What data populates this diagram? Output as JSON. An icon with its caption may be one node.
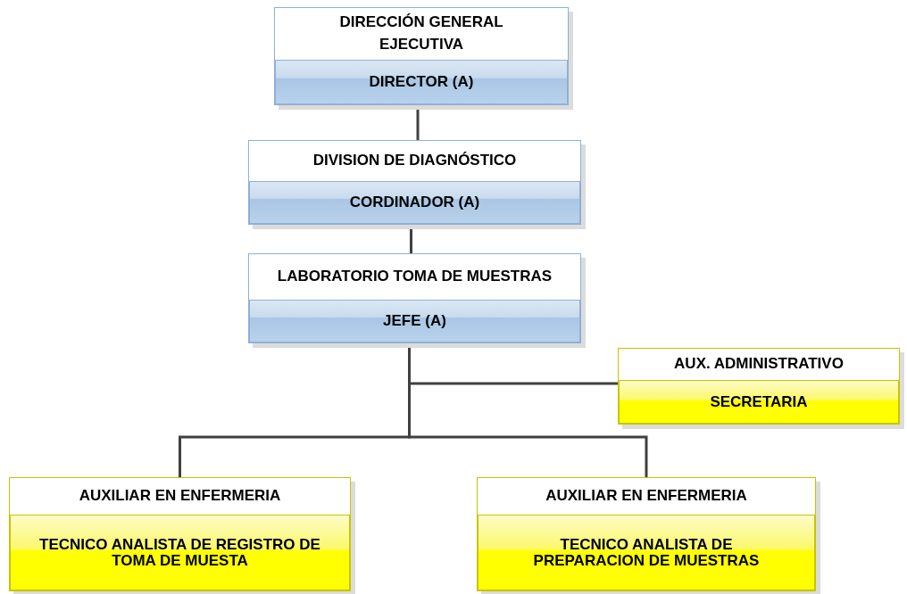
{
  "diagram": {
    "nodes": [
      {
        "text": [
          "DIRECCIÓN GENERAL EJECUTIVA",
          "DIRECTOR (A)"
        ]
      },
      {
        "text": [
          "DIVISION DE DIAGNÓSTICO",
          "CORDINADOR (A)"
        ]
      },
      {
        "text": [
          "LABORATORIO TOMA DE MUESTRAS",
          "JEFE (A)"
        ]
      },
      {
        "text": [
          "AUX. ADMINISTRATIVO",
          "SECRETARIA"
        ]
      },
      {
        "text": [
          "AUXILIAR EN ENFERMERIA",
          "TECNICO ANALISTA DE REGISTRO DE TOMA DE MUESTA"
        ]
      },
      {
        "text": [
          "AUXILIAR EN ENFERMERIA",
          "TECNICO ANALISTA DE PREPARACION DE MUESTRAS"
        ]
      }
    ],
    "edges": [
      {
        "from": 0,
        "to": 1,
        "arrow": "none"
      },
      {
        "from": 1,
        "to": 2,
        "arrow": "none"
      },
      {
        "from": 2,
        "to": 3,
        "arrow": "none"
      },
      {
        "from": 2,
        "to": 4,
        "arrow": "none"
      },
      {
        "from": 2,
        "to": 5,
        "arrow": "none"
      }
    ]
  }
}
